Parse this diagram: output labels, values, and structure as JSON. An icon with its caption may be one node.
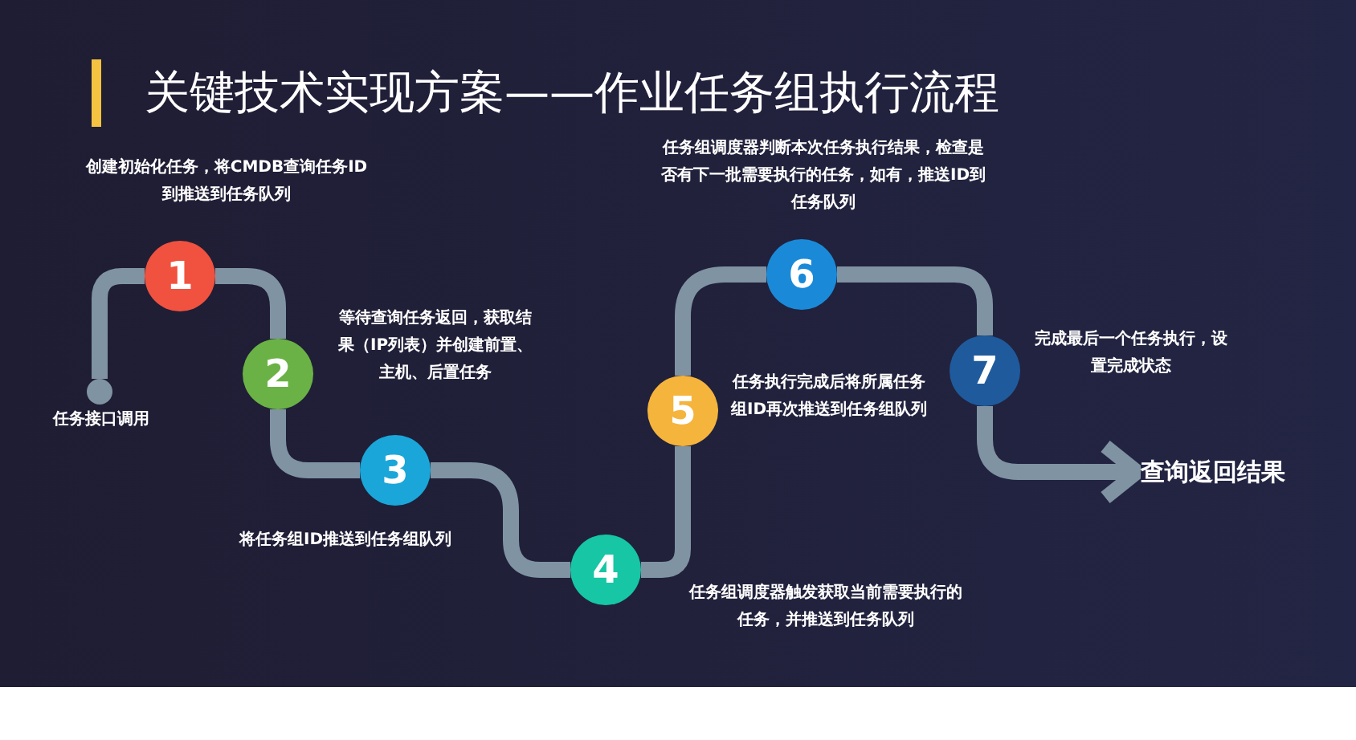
{
  "diagram": {
    "title": "关键技术实现方案——作业任务组执行流程",
    "nodes": [
      {
        "text": [],
        "shape": "circle",
        "beside": [
          "任务接口调用"
        ]
      },
      {
        "text": [
          "1"
        ],
        "beside": [
          "创建初始化任务，将CMDB查询任务ID到推送到任务队列"
        ]
      },
      {
        "text": [
          "2"
        ],
        "beside": [
          "等待查询任务返回，获取结果（IP列表）并创建前置、主机、后置任务"
        ]
      },
      {
        "text": [
          "3"
        ],
        "beside": [
          "将任务组ID推送到任务组队列"
        ]
      },
      {
        "text": [
          "4"
        ],
        "beside": [
          "任务组调度器触发获取当前需要执行的任务，并推送到任务队列"
        ]
      },
      {
        "text": [
          "5"
        ],
        "beside": [
          "任务执行完成后将所属任务组ID再次推送到任务组队列"
        ]
      },
      {
        "text": [
          "6"
        ],
        "beside": [
          "任务组调度器判断本次任务执行结果，检查是否有下一批需要执行的任务，如有，推送ID到任务队列"
        ]
      },
      {
        "text": [
          "7"
        ],
        "beside": [
          "完成最后一个任务执行，设置完成状态"
        ]
      },
      {
        "text": [
          "查询返回结果"
        ]
      }
    ],
    "edges": [
      {
        "from": 0,
        "to": 1,
        "arrow": "none"
      },
      {
        "from": 1,
        "to": 2,
        "arrow": "none"
      },
      {
        "from": 2,
        "to": 3,
        "arrow": "none"
      },
      {
        "from": 3,
        "to": 4,
        "arrow": "none"
      },
      {
        "from": 4,
        "to": 5,
        "arrow": "none"
      },
      {
        "from": 5,
        "to": 6,
        "arrow": "none"
      },
      {
        "from": 6,
        "to": 7,
        "arrow": "none"
      },
      {
        "from": 7,
        "to": 8,
        "arrow": "to"
      }
    ]
  }
}
